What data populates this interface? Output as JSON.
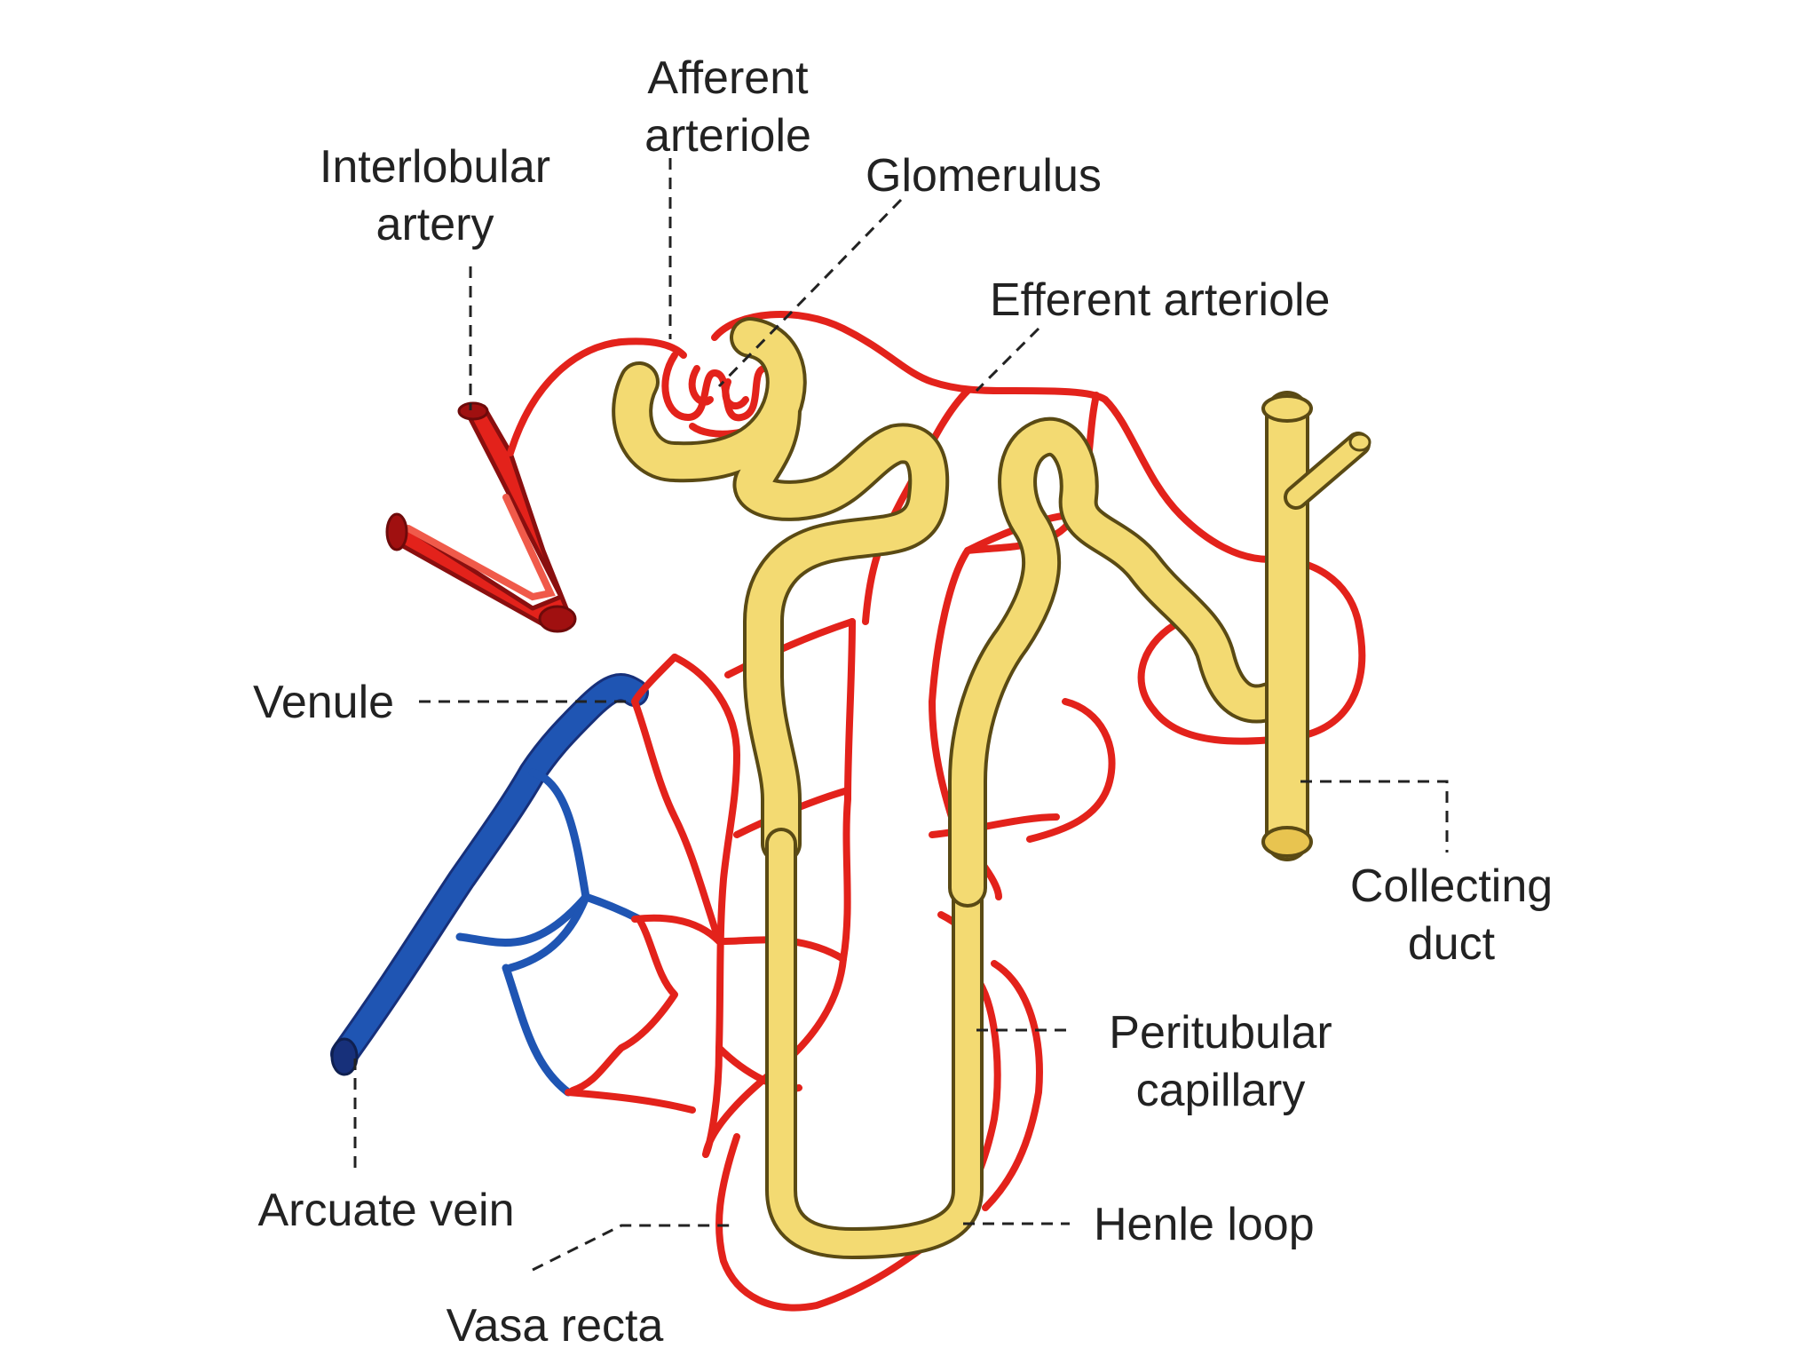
{
  "colors": {
    "artery": "#e3221b",
    "artery_dark": "#a01010",
    "vein": "#1f55b3",
    "vein_dark": "#17307a",
    "tubule": "#f3da72",
    "tubule_outline": "#5a4a14",
    "label": "#222222"
  },
  "labels": {
    "afferent_arteriole": [
      "Afferent",
      "arteriole"
    ],
    "interlobular_artery": [
      "Interlobular",
      "artery"
    ],
    "glomerulus": "Glomerulus",
    "efferent_arteriole": "Efferent arteriole",
    "venule": "Venule",
    "collecting_duct": [
      "Collecting",
      "duct"
    ],
    "peritubular_capillary": [
      "Peritubular",
      "capillary"
    ],
    "arcuate_vein": "Arcuate vein",
    "henle_loop": "Henle loop",
    "vasa_recta": "Vasa recta"
  }
}
